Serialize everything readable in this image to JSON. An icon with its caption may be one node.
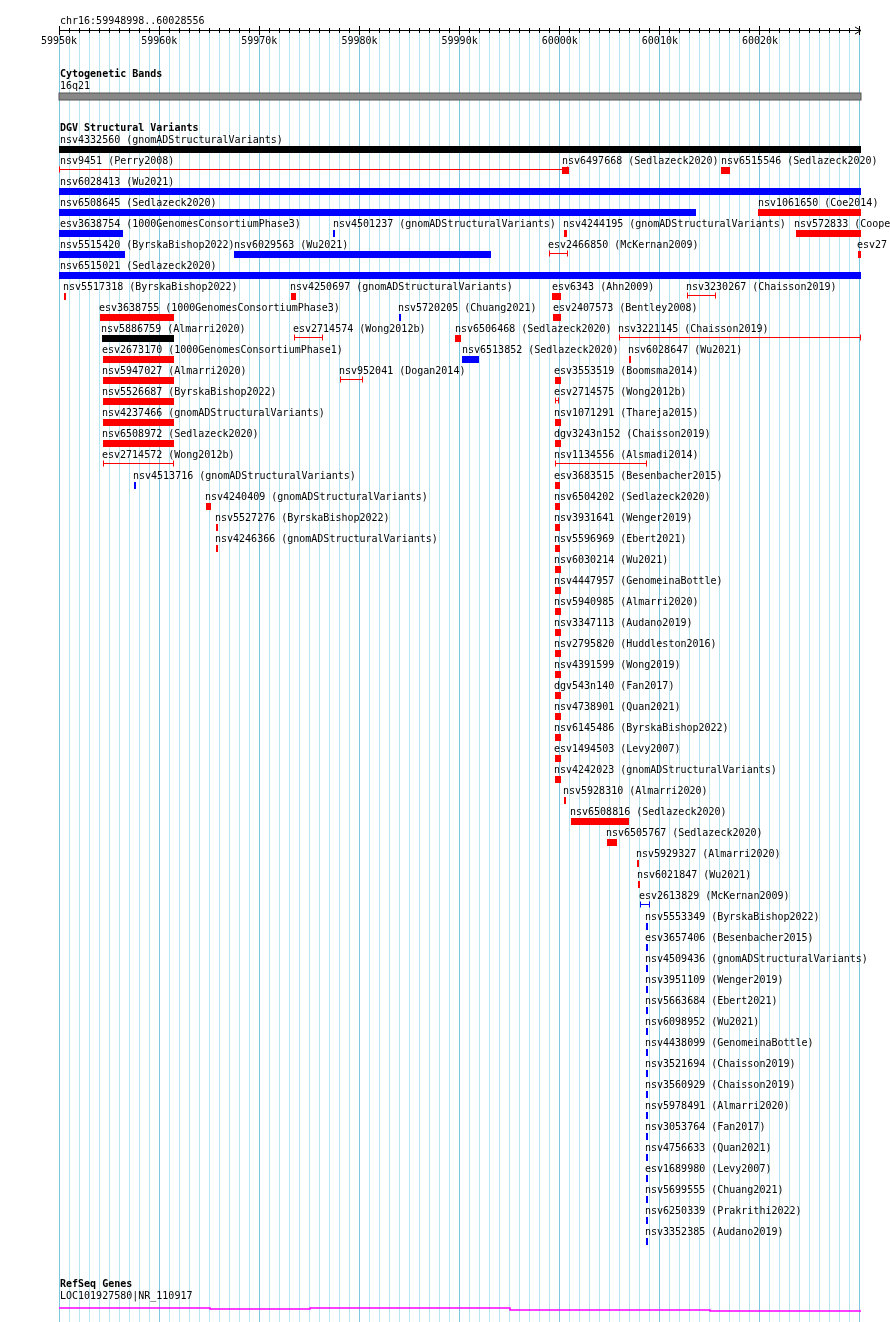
{
  "diagram": {
    "labels": [
      "chr16:59948998..60028556",
      "59950k",
      "59960k",
      "59970k",
      "59980k",
      "59990k",
      "60000k",
      "60010k",
      "60020k",
      "Cytogenetic Bands",
      "16q21",
      "DGV Structural Variants",
      "nsv4332560 (gnomADStructuralVariants)",
      "nsv9451 (Perry2008)",
      "nsv6497668 (Sedlazeck2020)",
      "nsv6515546 (Sedlazeck2020)",
      "nsv6028413 (Wu2021)",
      "nsv6508645 (Sedlazeck2020)",
      "nsv1061650 (Coe2014)",
      "esv3638754 (1000GenomesConsortiumPhase3)",
      "nsv4501237 (gnomADStructuralVariants)",
      "nsv4244195 (gnomADStructuralVariants)",
      "nsv572833 (Coope",
      "nsv5515420 (ByrskaBishop2022)",
      "nsv6029563 (Wu2021)",
      "esv2466850 (McKernan2009)",
      "esv27",
      "nsv6515021 (Sedlazeck2020)",
      "nsv5517318 (ByrskaBishop2022)",
      "nsv4250697 (gnomADStructuralVariants)",
      "esv6343 (Ahn2009)",
      "nsv3230267 (Chaisson2019)",
      "esv3638755 (1000GenomesConsortiumPhase3)",
      "nsv5720205 (Chuang2021)",
      "esv2407573 (Bentley2008)",
      "nsv5886759 (Almarri2020)",
      "esv2714574 (Wong2012b)",
      "nsv6506468 (Sedlazeck2020)",
      "nsv3221145 (Chaisson2019)",
      "esv2673170 (1000GenomesConsortiumPhase1)",
      "nsv6513852 (Sedlazeck2020)",
      "nsv6028647 (Wu2021)",
      "nsv5947027 (Almarri2020)",
      "nsv952041 (Dogan2014)",
      "esv3553519 (Boomsma2014)",
      "nsv5526687 (ByrskaBishop2022)",
      "esv2714575 (Wong2012b)",
      "nsv4237466 (gnomADStructuralVariants)",
      "nsv1071291 (Thareja2015)",
      "nsv6508972 (Sedlazeck2020)",
      "dgv3243n152 (Chaisson2019)",
      "esv2714572 (Wong2012b)",
      "nsv1134556 (Alsmadi2014)",
      "nsv4513716 (gnomADStructuralVariants)",
      "esv3683515 (Besenbacher2015)",
      "nsv4240409 (gnomADStructuralVariants)",
      "nsv6504202 (Sedlazeck2020)",
      "nsv5527276 (ByrskaBishop2022)",
      "nsv3931641 (Wenger2019)",
      "nsv4246366 (gnomADStructuralVariants)",
      "nsv5596969 (Ebert2021)",
      "nsv6030214 (Wu2021)",
      "nsv4447957 (GenomeinaBottle)",
      "nsv5940985 (Almarri2020)",
      "nsv3347113 (Audano2019)",
      "nsv2795820 (Huddleston2016)",
      "nsv4391599 (Wong2019)",
      "dgv543n140 (Fan2017)",
      "nsv4738901 (Quan2021)",
      "nsv6145486 (ByrskaBishop2022)",
      "esv1494503 (Levy2007)",
      "nsv4242023 (gnomADStructuralVariants)",
      "nsv5928310 (Almarri2020)",
      "nsv6508816 (Sedlazeck2020)",
      "nsv6505767 (Sedlazeck2020)",
      "nsv5929327 (Almarri2020)",
      "nsv6021847 (Wu2021)",
      "esv2613829 (McKernan2009)",
      "nsv5553349 (ByrskaBishop2022)",
      "esv3657406 (Besenbacher2015)",
      "nsv4509436 (gnomADStructuralVariants)",
      "nsv3951109 (Wenger2019)",
      "nsv5663684 (Ebert2021)",
      "nsv6098952 (Wu2021)",
      "nsv4438099 (GenomeinaBottle)",
      "nsv3521694 (Chaisson2019)",
      "nsv3560929 (Chaisson2019)",
      "nsv5978491 (Almarri2020)",
      "nsv3053764 (Fan2017)",
      "nsv4756633 (Quan2021)",
      "esv1689980 (Levy2007)",
      "nsv5699555 (Chuang2021)",
      "nsv6250339 (Prakrithi2022)",
      "nsv3352385 (Audano2019)",
      "RefSeq Genes",
      "LOC101927580|NR_110917"
    ]
  }
}
